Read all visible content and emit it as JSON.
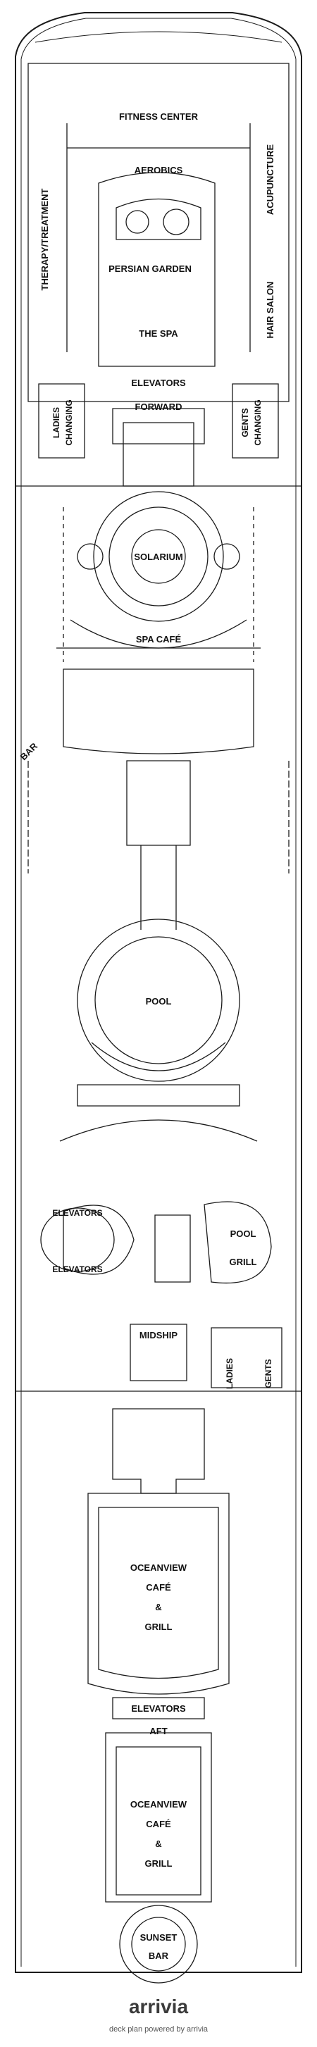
{
  "plan": {
    "labels": {
      "fitness_center": "FITNESS CENTER",
      "aerobics": "AEROBICS",
      "therapy_treatment": "THERAPY/TREATMENT",
      "acupuncture": "ACUPUNCTURE",
      "persian_garden": "PERSIAN GARDEN",
      "the_spa": "THE SPA",
      "hair_salon": "HAIR SALON",
      "elevators_forward": "ELEVATORS",
      "forward": "FORWARD",
      "ladies_changing_1": "LADIES",
      "ladies_changing_2": "CHANGING",
      "gents_changing_1": "GENTS",
      "gents_changing_2": "CHANGING",
      "solarium": "SOLARIUM",
      "spa_cafe": "SPA CAFÉ",
      "bar": "BAR",
      "pool": "POOL",
      "elevators_mid_1": "ELEVATORS",
      "elevators_mid_2": "ELEVATORS",
      "pool_grill_1": "POOL",
      "pool_grill_2": "GRILL",
      "midship": "MIDSHIP",
      "ladies_mid": "LADIES",
      "gents_mid": "GENTS",
      "oceanview_1_line1": "OCEANVIEW",
      "oceanview_1_line2": "CAFÉ",
      "oceanview_1_line3": "&",
      "oceanview_1_line4": "GRILL",
      "elevators_aft": "ELEVATORS",
      "aft": "AFT",
      "oceanview_2_line1": "OCEANVIEW",
      "oceanview_2_line2": "CAFÉ",
      "oceanview_2_line3": "&",
      "oceanview_2_line4": "GRILL",
      "sunset_bar_1": "SUNSET",
      "sunset_bar_2": "BAR"
    }
  },
  "footer": {
    "brand": "arrivia",
    "tagline": "deck plan powered by arrivia"
  },
  "colors": {
    "line": "#1a1a1a",
    "background": "#ffffff"
  }
}
